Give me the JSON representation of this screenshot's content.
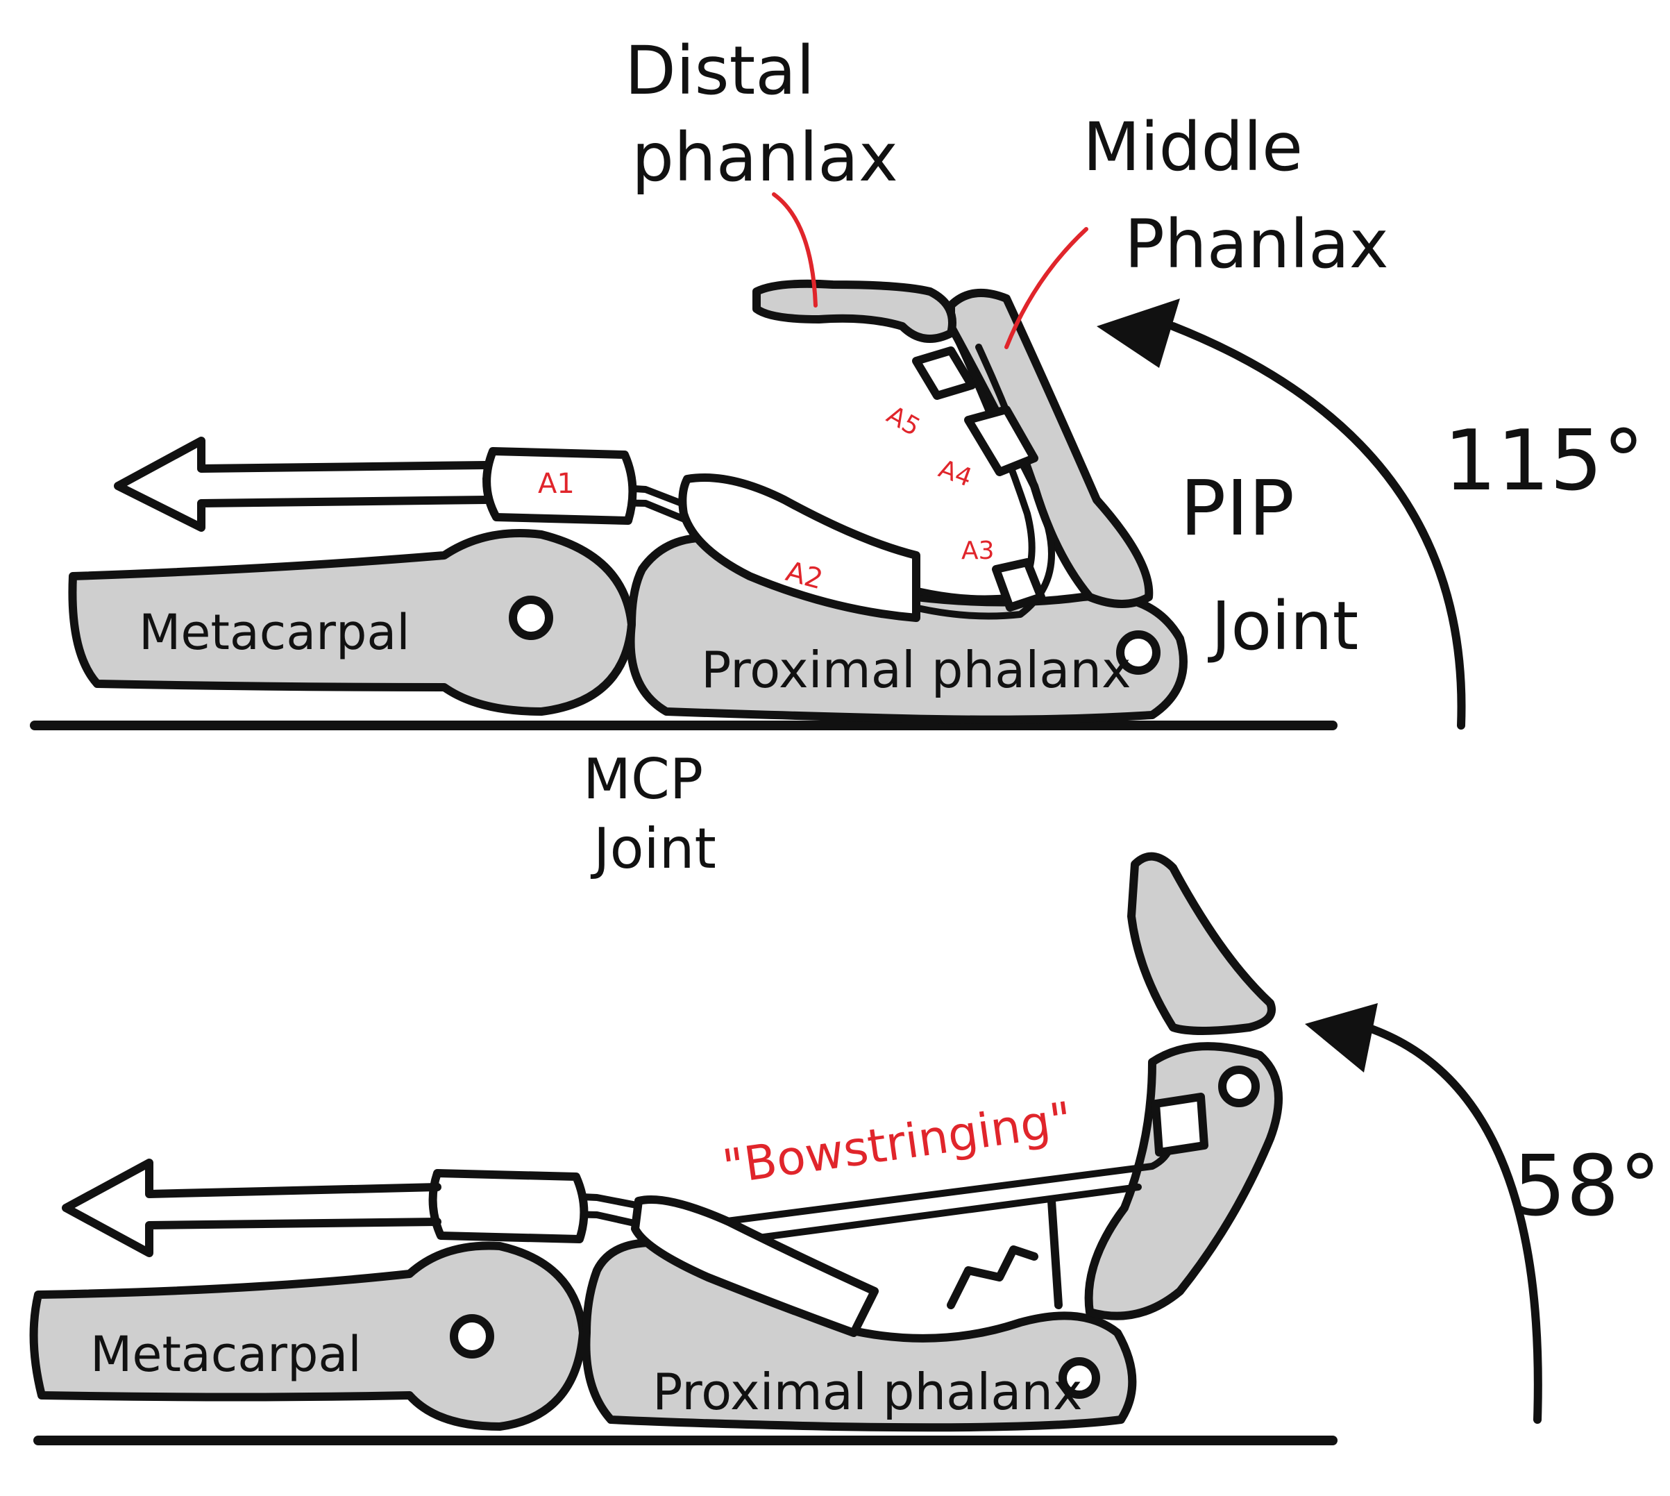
{
  "colors": {
    "ink": "#111111",
    "bone": "#cfcfcf",
    "red": "#e0252b",
    "background": "#ffffff"
  },
  "labels": {
    "distal_phalanx": [
      "Distal",
      "phanlax"
    ],
    "middle_phalanx": [
      "Middle",
      "Phanlax"
    ],
    "pip_joint": [
      "PIP",
      "Joint"
    ],
    "mcp_joint": [
      "MCP",
      "Joint"
    ],
    "metacarpal_top": "Metacarpal",
    "proximal_phalanx_top": "Proximal phalanx",
    "metacarpal_bottom": "Metacarpal",
    "proximal_phalanx_bottom": "Proximal phalanx",
    "angle_top": "115°",
    "angle_bottom": "58°",
    "bowstringing": "\"Bowstringing\""
  },
  "pulleys": {
    "a1": "A1",
    "a2": "A2",
    "a3": "A3",
    "a4": "A4",
    "a5": "A5"
  }
}
